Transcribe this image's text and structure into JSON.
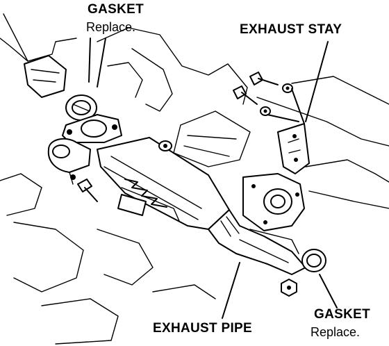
{
  "labels": {
    "gasket_top": {
      "title": "GASKET",
      "note": "Replace."
    },
    "exhaust_stay": {
      "title": "EXHAUST  STAY"
    },
    "exhaust_pipe": {
      "title": "EXHAUST PIPE"
    },
    "gasket_bottom": {
      "title": "GASKET",
      "note": "Replace."
    }
  },
  "colors": {
    "ink": "#000000",
    "paper": "#ffffff"
  }
}
